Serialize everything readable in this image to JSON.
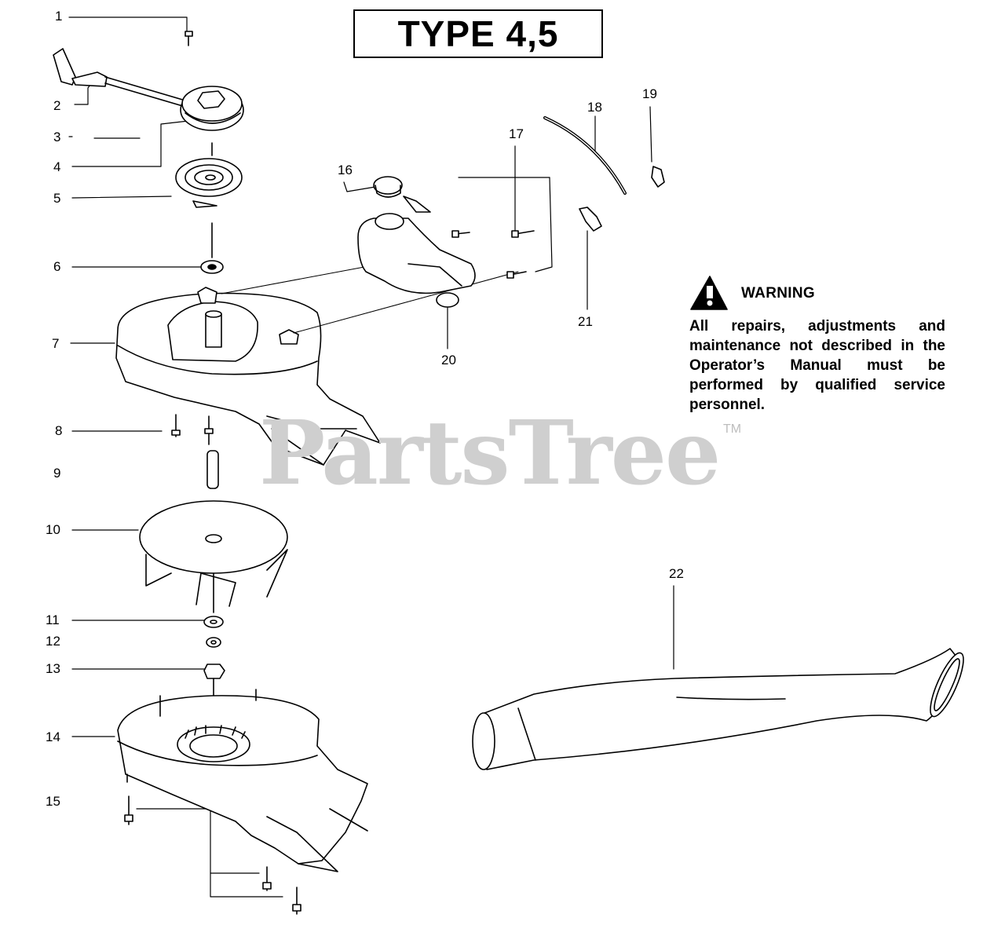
{
  "title": "TYPE 4,5",
  "callouts": [
    "1",
    "2",
    "3",
    "4",
    "5",
    "6",
    "7",
    "8",
    "9",
    "10",
    "11",
    "12",
    "13",
    "14",
    "15",
    "16",
    "17",
    "18",
    "19",
    "20",
    "21",
    "22"
  ],
  "warning": {
    "heading": "WARNING",
    "body": "All repairs, adjustments and maintenance not described in the Operator’s Manual must be performed by qualified service personnel."
  },
  "watermark": {
    "text": "PartsTree",
    "tm": "TM"
  }
}
